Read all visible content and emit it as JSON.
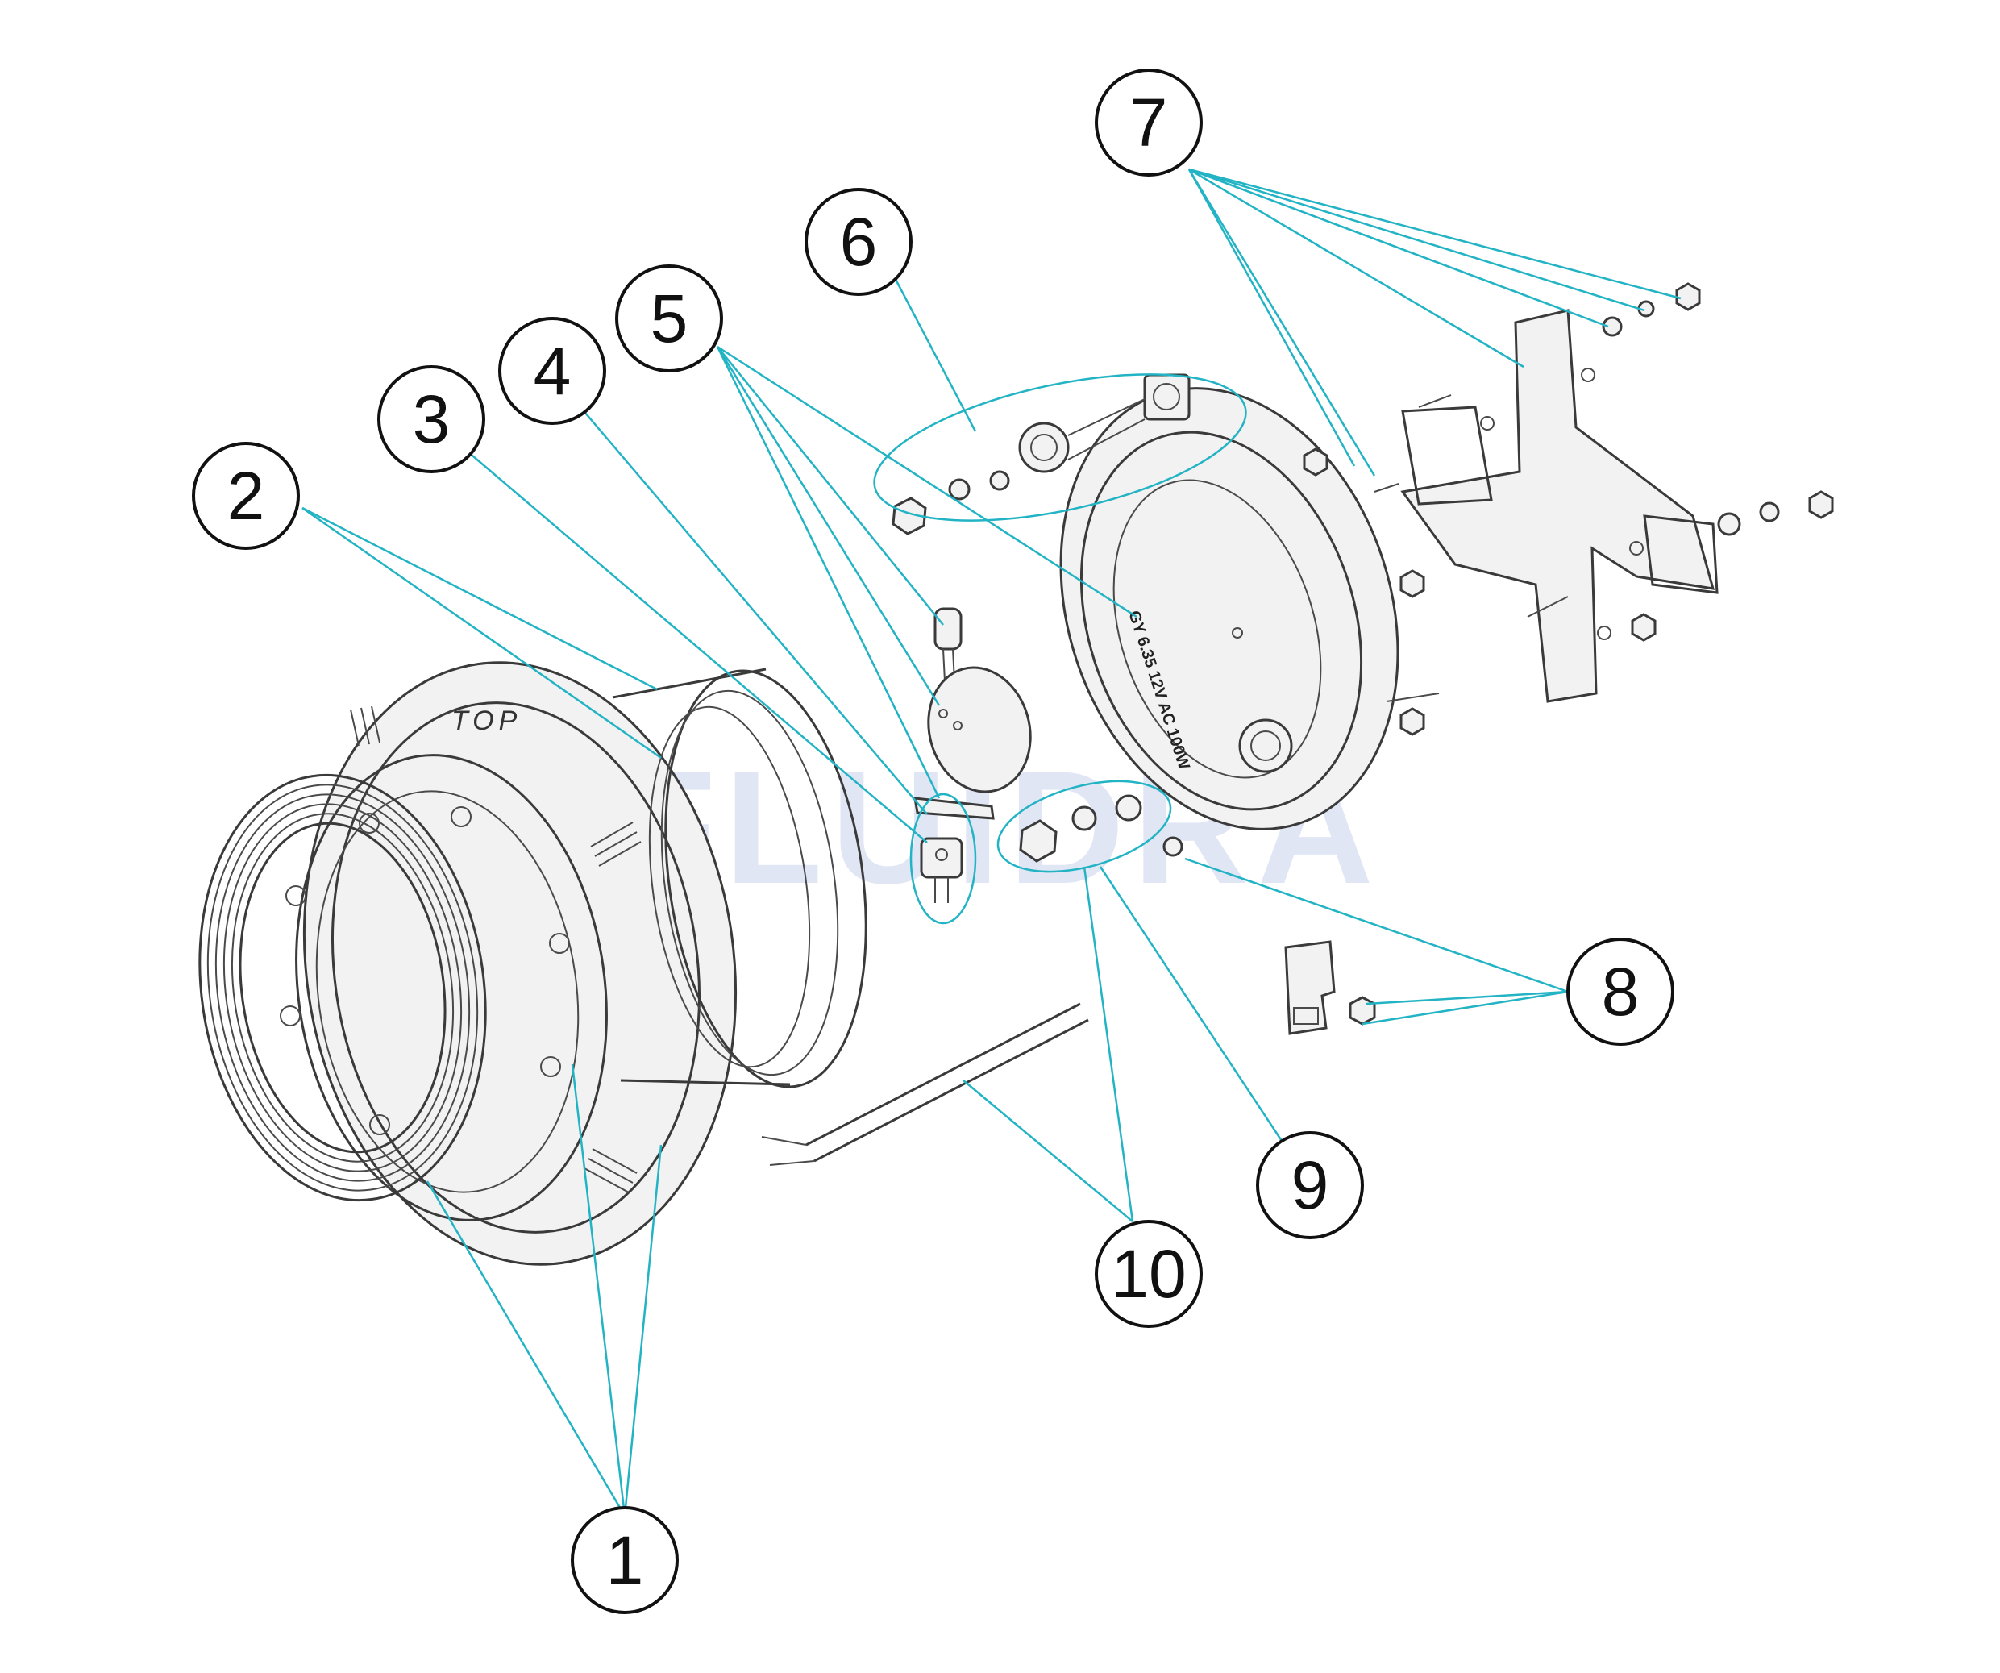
{
  "diagram": {
    "watermark": "FLUIDRA",
    "top_marking": "TOP",
    "lamp_marking": "GY 6.35 12V AC 100W",
    "callouts": [
      {
        "id": "1",
        "label": "1"
      },
      {
        "id": "2",
        "label": "2"
      },
      {
        "id": "3",
        "label": "3"
      },
      {
        "id": "4",
        "label": "4"
      },
      {
        "id": "5",
        "label": "5"
      },
      {
        "id": "6",
        "label": "6"
      },
      {
        "id": "7",
        "label": "7"
      },
      {
        "id": "8",
        "label": "8"
      },
      {
        "id": "9",
        "label": "9"
      },
      {
        "id": "10",
        "label": "10"
      }
    ]
  },
  "colors": {
    "leader": "#22b3c4",
    "outline": "#3a3a3a",
    "watermark": "#c9d3ee",
    "background": "#ffffff"
  }
}
